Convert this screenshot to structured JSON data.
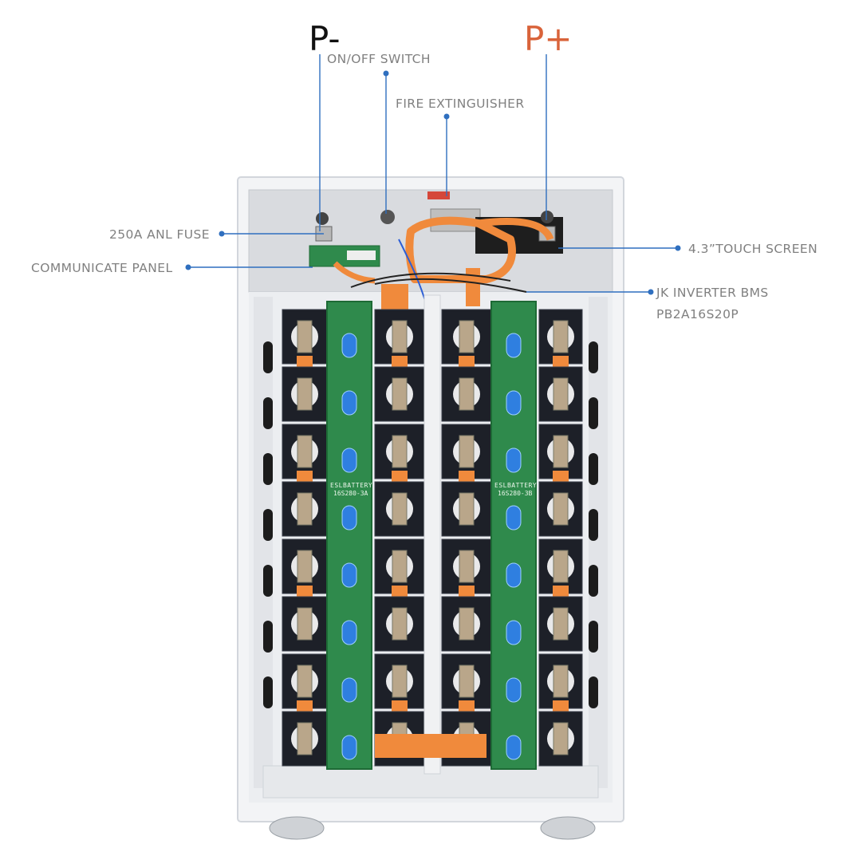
{
  "terminals": {
    "negative": {
      "label": "P-",
      "color": "#111111"
    },
    "positive": {
      "label": "P+",
      "color": "#d9633a"
    }
  },
  "callouts": {
    "on_off_switch": "ON/OFF SWITCH",
    "fire_extinguisher": "FIRE EXTINGUISHER",
    "anl_fuse": "250A ANL FUSE",
    "communicate_panel": "COMMUNICATE PANEL",
    "touch_screen": "4.3”TOUCH SCREEN",
    "bms_line1": "JK INVERTER BMS",
    "bms_line2": "PB2A16S20P"
  },
  "cell_board_labels": {
    "brand": "ESLBATTERY",
    "left_model": "16S280-3A",
    "right_model": "16S280-3B"
  },
  "colors": {
    "leader_line": "#2f6fbf",
    "callout_text": "#808080",
    "busbar": "#f08a3c",
    "pcb": "#2f8a4c",
    "enclosure": "#f2f3f5"
  }
}
